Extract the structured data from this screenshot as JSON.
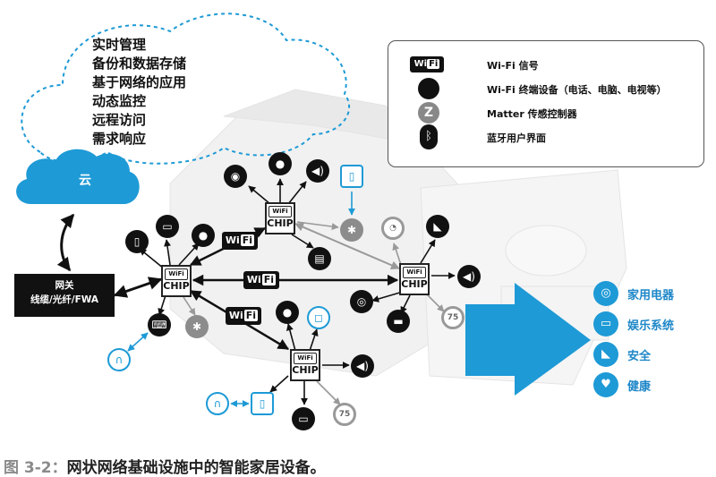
{
  "cloud": {
    "services": [
      "实时管理",
      "备份和数据存储",
      "基于网络的应用",
      "动态监控",
      "远程访问",
      "需求响应"
    ],
    "label": "云"
  },
  "gateway": {
    "line1": "网关",
    "line2": "线缆/光纤/FWA"
  },
  "legend": {
    "items": [
      {
        "icon": "wifi-logo-icon",
        "label": "Wi-Fi 信号",
        "arrow": "black"
      },
      {
        "icon": "black-circle-icon",
        "label": "Wi-Fi 终端设备（电话、电脑、电视等）",
        "arrow": "black"
      },
      {
        "icon": "matter-z-icon",
        "label": "Matter 传感控制器",
        "arrow": "gray"
      },
      {
        "icon": "bluetooth-icon",
        "label": "蓝牙用户界面",
        "arrow": "black"
      }
    ]
  },
  "chip": {
    "logo": "WiFi",
    "text": "CHIP"
  },
  "wifi_badge": {
    "text": "Wi",
    "suffix": "Fi"
  },
  "thermostat_value": "75",
  "categories": [
    {
      "icon": "washer-icon",
      "label": "家用电器"
    },
    {
      "icon": "tv-icon",
      "label": "娱乐系统"
    },
    {
      "icon": "camera-icon",
      "label": "安全"
    },
    {
      "icon": "heart-pulse-icon",
      "label": "健康"
    }
  ],
  "caption": {
    "fig": "图 3-2：",
    "text": "网状网络基础设施中的智能家居设备。"
  },
  "colors": {
    "accent": "#1e9ad6",
    "dark": "#111111",
    "gray": "#8c8c8c"
  }
}
